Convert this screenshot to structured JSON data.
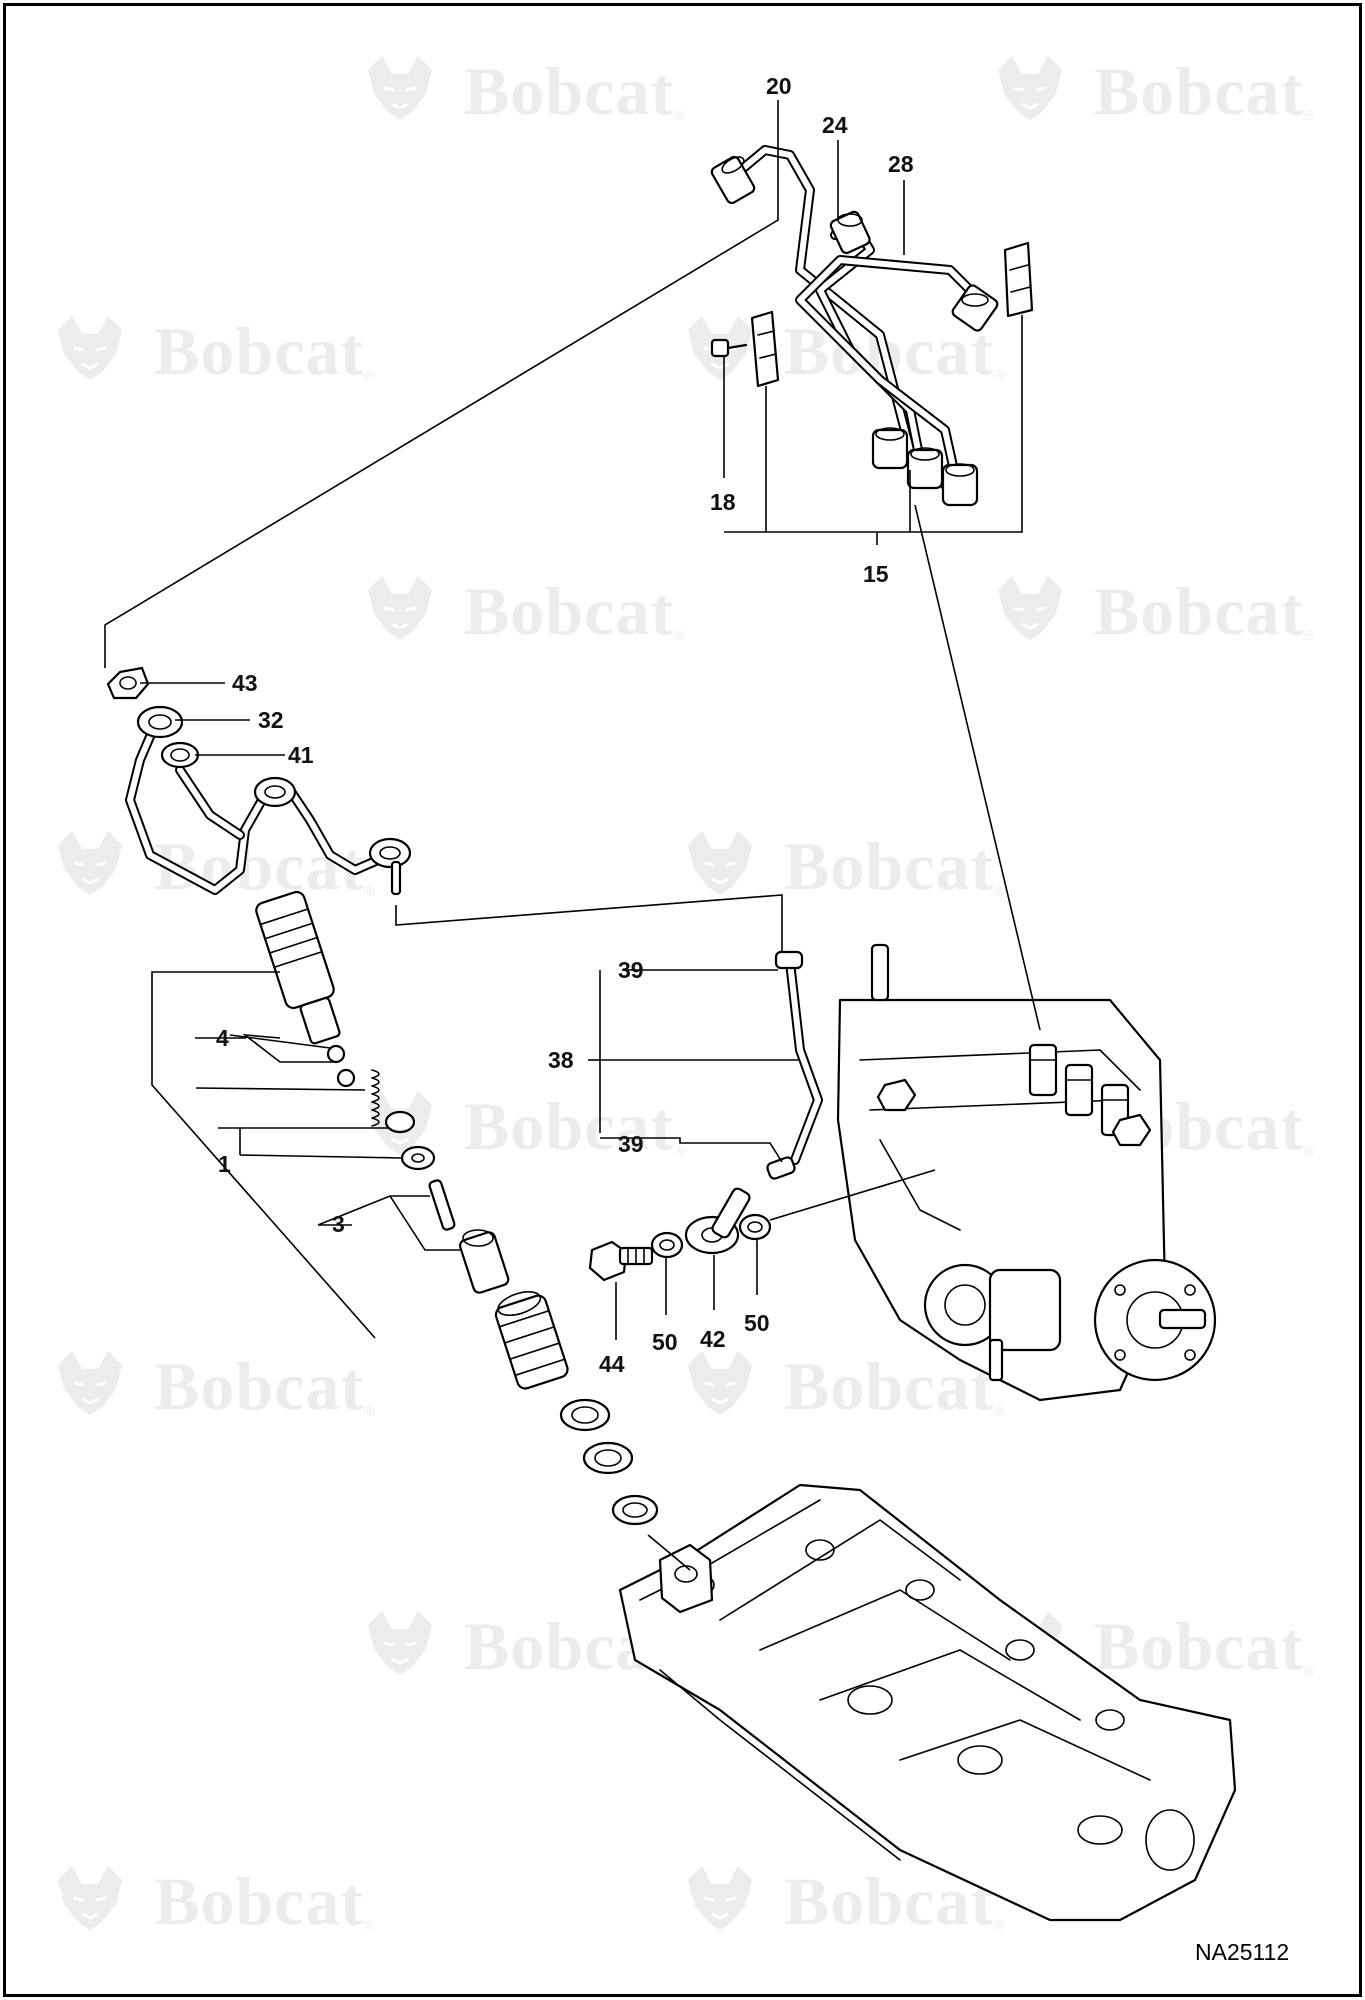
{
  "watermark": {
    "brand": "Bobcat",
    "reg_mark": "®",
    "icon": "bobcat-head-logo-icon"
  },
  "drawing_id": "NA25112",
  "callouts": {
    "c20": "20",
    "c24": "24",
    "c28": "28",
    "c18": "18",
    "c15": "15",
    "c43": "43",
    "c32": "32",
    "c41": "41",
    "c4": "4",
    "c1": "1",
    "c3": "3",
    "c39a": "39",
    "c38": "38",
    "c39b": "39",
    "c44": "44",
    "c50a": "50",
    "c42": "42",
    "c50b": "50"
  }
}
